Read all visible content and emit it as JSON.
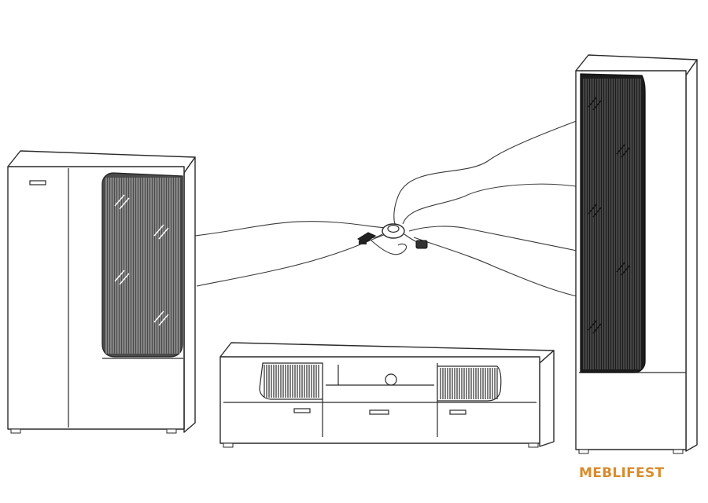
{
  "diagram": {
    "items": [
      "left-cabinet",
      "tv-stand",
      "right-column",
      "led-controller"
    ]
  },
  "brand": {
    "logo_text": "MEBLIFEST",
    "logo_color": "#d98b2b"
  },
  "colors": {
    "outline": "#2a2a2a",
    "glass_dark": "#1c1c1c",
    "glass_mid": "#4a4a4a"
  }
}
